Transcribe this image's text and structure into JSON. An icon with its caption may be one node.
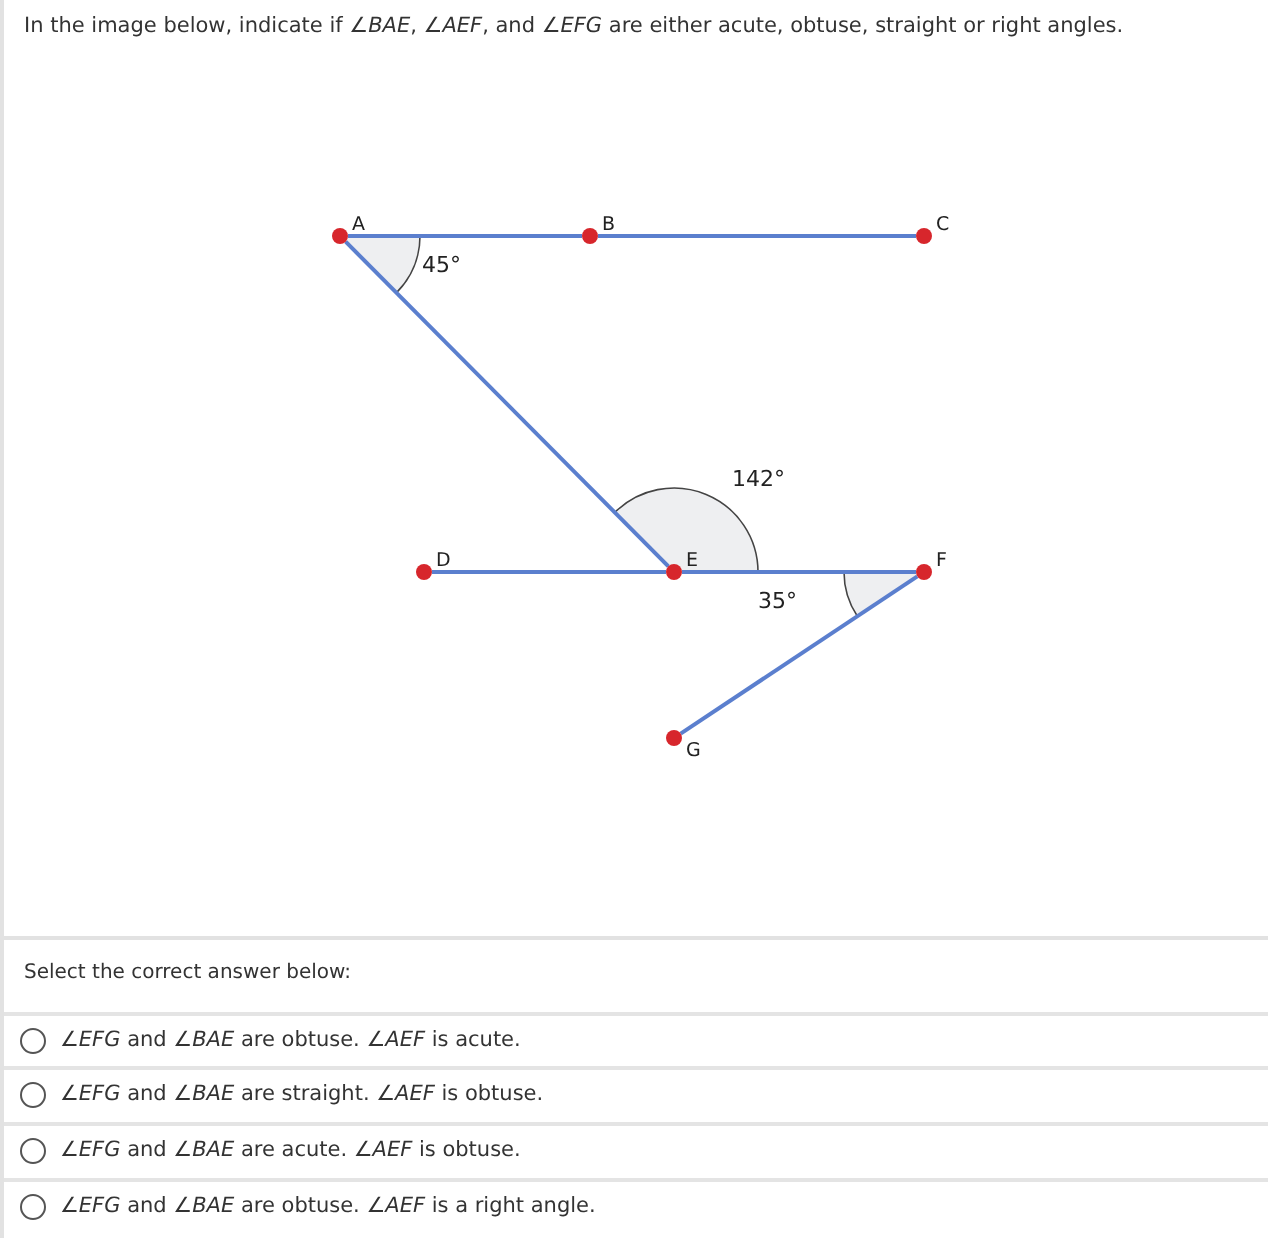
{
  "diagram": {
    "title": "In the image below, indicate if ∠*BAE*, ∠*AEF*, and ∠*EFG* are either acute, obtuse, straight or right angles.",
    "nodes": [
      {
        "text": [
          "A"
        ]
      },
      {
        "text": [
          "B"
        ]
      },
      {
        "text": [
          "C"
        ]
      },
      {
        "text": [
          "D"
        ]
      },
      {
        "text": [
          "E"
        ]
      },
      {
        "text": [
          "F"
        ]
      },
      {
        "text": [
          "G"
        ]
      }
    ],
    "edges": [
      {
        "from": 0,
        "to": 1,
        "arrow": "none"
      },
      {
        "from": 1,
        "to": 2,
        "arrow": "none"
      },
      {
        "from": 0,
        "to": 4,
        "arrow": "none"
      },
      {
        "from": 3,
        "to": 4,
        "arrow": "none"
      },
      {
        "from": 4,
        "to": 5,
        "arrow": "none"
      },
      {
        "from": 5,
        "to": 6,
        "arrow": "none"
      }
    ],
    "labels": [
      "45°",
      "142°",
      "35°",
      "Select the correct answer below:",
      "∠*EFG* and ∠*BAE* are obtuse. ∠*AEF* is acute.",
      "∠*EFG* and ∠*BAE* are straight. ∠*AEF* is obtuse.",
      "∠*EFG* and ∠*BAE* are acute. ∠*AEF* is obtuse.",
      "∠*EFG* and ∠*BAE* are obtuse. ∠*AEF* is a right angle."
    ]
  }
}
